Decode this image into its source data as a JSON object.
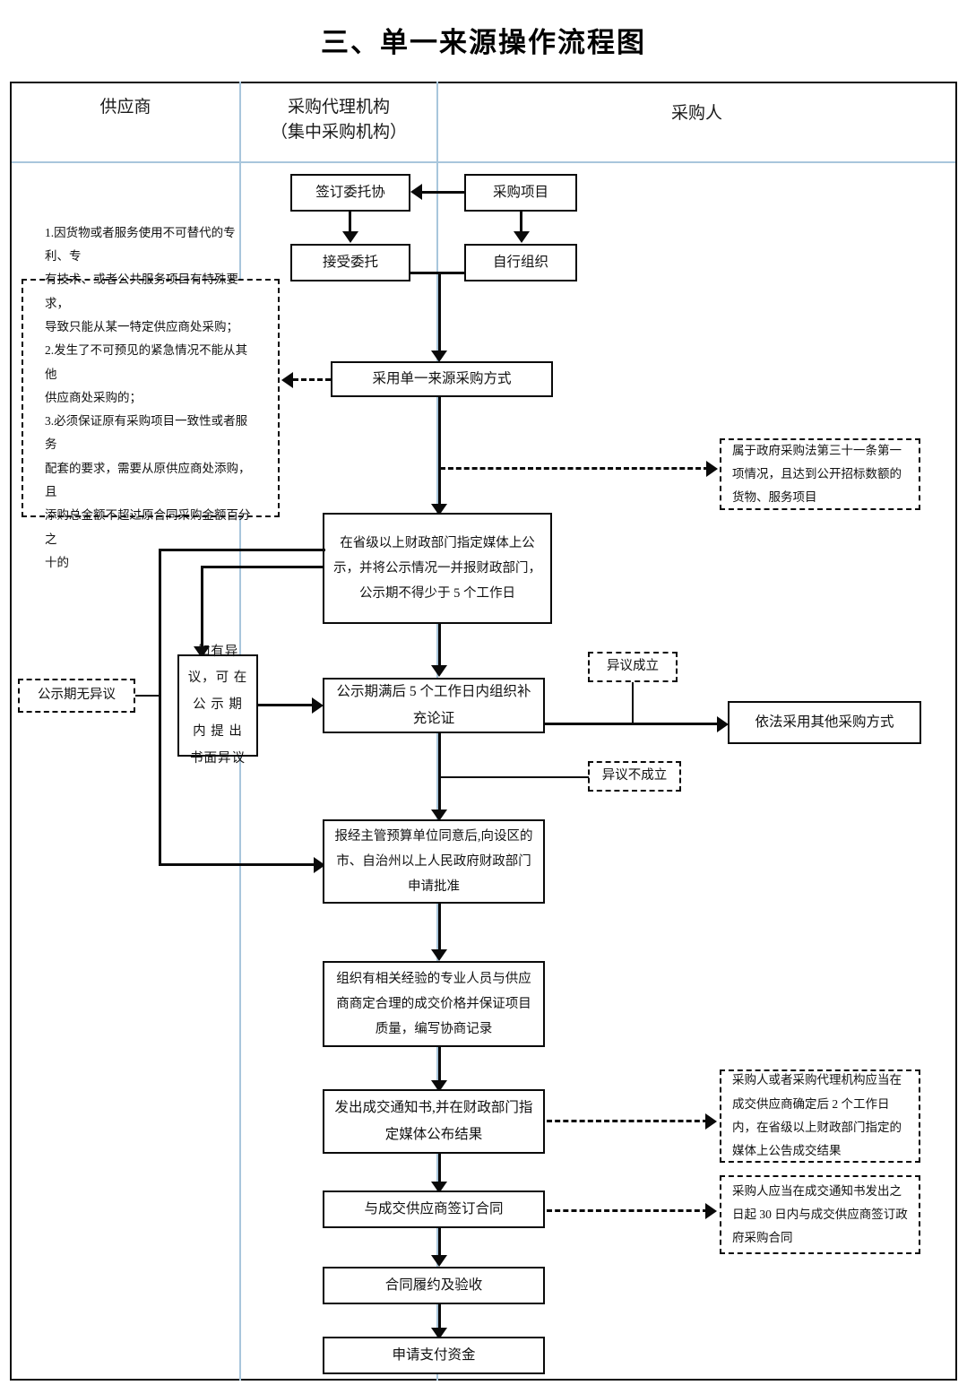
{
  "page": {
    "title": "三、单一来源操作流程图"
  },
  "lanes": [
    {
      "id": "supplier",
      "label": "供应商",
      "label2": ""
    },
    {
      "id": "agency",
      "label": "采购代理机构",
      "label2": "（集中采购机构）"
    },
    {
      "id": "purchaser",
      "label": "采购人",
      "label2": ""
    }
  ],
  "nodes": {
    "sign_entrust": "签订委托协",
    "purchase_project": "采购项目",
    "accept_entrust": "接受委托",
    "self_organize": "自行组织",
    "single_source_method": "采用单一来源采购方式",
    "publicity": "在省级以上财政部门指定媒体上公示，并将公示情况一并报财政部门，公示期不得少于 5 个工作日",
    "objection_box": "如有异议，可 在 公 示 期 内 提 出 书面异议",
    "no_objection": "公示期无异议",
    "supplement_demo": "公示期满后 5 个工作日内组织补充论证",
    "objection_valid": "异议成立",
    "objection_invalid": "异议不成立",
    "other_method": "依法采用其他采购方式",
    "apply_approval": "报经主管预算单位同意后,向设区的市、自治州以上人民政府财政部门申请批准",
    "negotiate": "组织有相关经验的专业人员与供应商商定合理的成交价格并保证项目质量，编写协商记录",
    "issue_notice": "发出成交通知书,并在财政部门指定媒体公布结果",
    "sign_contract": "与成交供应商签订合同",
    "perform_accept": "合同履约及验收",
    "apply_payment": "申请支付资金"
  },
  "notes": {
    "conditions": {
      "line1": "1.因货物或者服务使用不可替代的专利、专",
      "line2": "有技术、或者公共服务项目有特殊要求，",
      "line3": "导致只能从某一特定供应商处采购；",
      "line4": "2.发生了不可预见的紧急情况不能从其他",
      "line5": "供应商处采购的；",
      "line6": "3.必须保证原有采购项目一致性或者服务",
      "line7": "配套的要求，需要从原供应商处添购，且",
      "line8": "添购总金额不超过原合同采购金额百分之",
      "line9": "十的"
    },
    "law31": "属于政府采购法第三十一条第一项情况，且达到公开招标数额的货物、服务项目",
    "announce_result": "采购人或者采购代理机构应当在成交供应商确定后 2 个工作日内，在省级以上财政部门指定的媒体上公告成交结果",
    "contract_30days": "采购人应当在成交通知书发出之日起 30 日内与成交供应商签订政府采购合同"
  },
  "colors": {
    "line": "#0a0a0a",
    "lane_divider": "#a8c6dc",
    "background": "#ffffff"
  }
}
